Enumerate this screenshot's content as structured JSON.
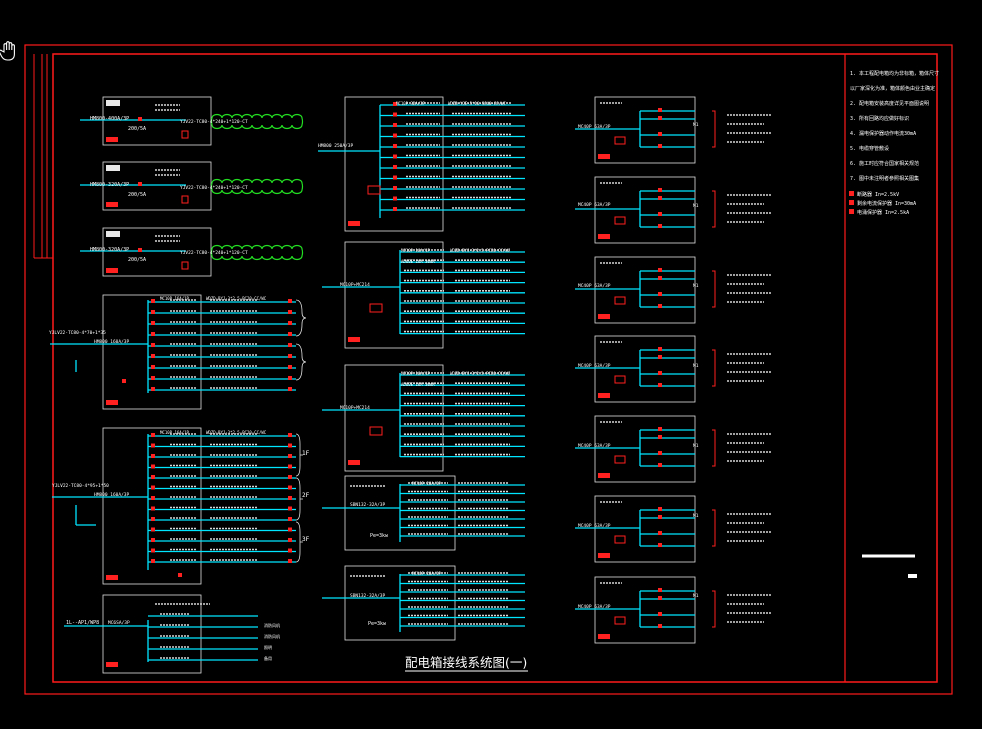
{
  "drawing_title": "配电箱接线系统图(一)",
  "colors": {
    "background": "#000000",
    "frame": "#ff1a1a",
    "wire": "#00e5ff",
    "box": "#e0e0e0",
    "text": "#ffffff",
    "cloud": "#22dd22",
    "breaker": "#ff2020"
  },
  "left_column": {
    "meter_boxes": [
      {
        "incoming": "HM800-400A/3P",
        "breaker": "200/5A",
        "cable": "YJV22-TC80-4*240+1*120-CT"
      },
      {
        "incoming": "HM800-320A/3P",
        "breaker": "200/5A",
        "cable": "YJV22-TC80-4*240+1*120-CT"
      },
      {
        "incoming": "HM800-320A/3P",
        "breaker": "200/5A",
        "cable": "YJV22-TC80-4*240+1*120-CT"
      }
    ],
    "panel_1": {
      "feeder": "YJLV22-TC80-4*70+1*35",
      "main": "HM800 160A/3P",
      "mcb": "MC10P 16A/1P",
      "cable": "WDZD-BYJ-3*2.5-PC20-CC/WC"
    },
    "panel_2": {
      "feeder": "YJLV22-TC80-4*95+1*50",
      "main": "HM800 160A/3P",
      "mcb": "MC10P 16A/1P",
      "cable": "WDZD-BYJ-3*2.5-PC20-CC/WC",
      "floor_labels": [
        "1F",
        "2F",
        "3F"
      ]
    },
    "panel_3": {
      "incoming": "1L--AP1/WP8",
      "main": "MC6SA/3P",
      "loads": [
        "消防风机",
        "消防风机",
        "照明",
        "备用"
      ]
    }
  },
  "middle_column": {
    "panel_top": {
      "main": "HM800 250A/3P",
      "mcb": "MC10P 32A/3P",
      "cable": "WDZD-YJE-5*16-SC40-CC/WC"
    },
    "panel_mid1": {
      "main": "MC10P+MC214",
      "mcb": "MC10P 16A/1P",
      "rcd": "AD60E 16A 30mA",
      "cable": "WDZD-BYJ-3*2.5-PC20-CC/WC"
    },
    "panel_mid2": {
      "main": "MC10P+MC214",
      "mcb": "MC10P 16A/1P",
      "rcd": "AD60E 16A 30mA",
      "cable": "WDZD-BYJ-3*2.5-PC20-CC/WC"
    },
    "panel_low1": {
      "incoming": "SBN132-32A/3P",
      "power": "Pe=3kw",
      "mcb": "MC10P 20A/1P"
    },
    "panel_low2": {
      "incoming": "SBN132-32A/3P",
      "power": "Pe=3kw",
      "mcb": "MC10P 20A/1P"
    }
  },
  "right_column": {
    "panels": [
      {
        "main": "MC40P 63A/3P",
        "note": "M1"
      },
      {
        "main": "MC40P 63A/3P",
        "note": "M1"
      },
      {
        "main": "MC40P 63A/3P",
        "note": "M1"
      },
      {
        "main": "MC40P 63A/3P",
        "note": "M1"
      },
      {
        "main": "MC40P 63A/3P",
        "note": "M1"
      },
      {
        "main": "MC40P 63A/3P",
        "note": "M1"
      },
      {
        "main": "MC40P 63A/3P",
        "note": "M1"
      }
    ]
  },
  "notes_panel": {
    "lines": [
      "1. 本工程配电箱均为非标箱，箱体尺寸",
      "以厂家深化为准，箱体颜色由业主确定",
      "2. 配电箱安装高度详见平面图说明",
      "3. 所有回路均应做好标识",
      "4. 漏电保护器动作电流30mA",
      "5. 电缆穿管敷设",
      "6. 施工时应符合国家相关规范",
      "7. 图中未注明者参照相关图集"
    ],
    "legend": [
      "断路器 In=2.5kV",
      "剩余电流保护器 In=30mA",
      "电涌保护器 In=2.5kA"
    ]
  }
}
